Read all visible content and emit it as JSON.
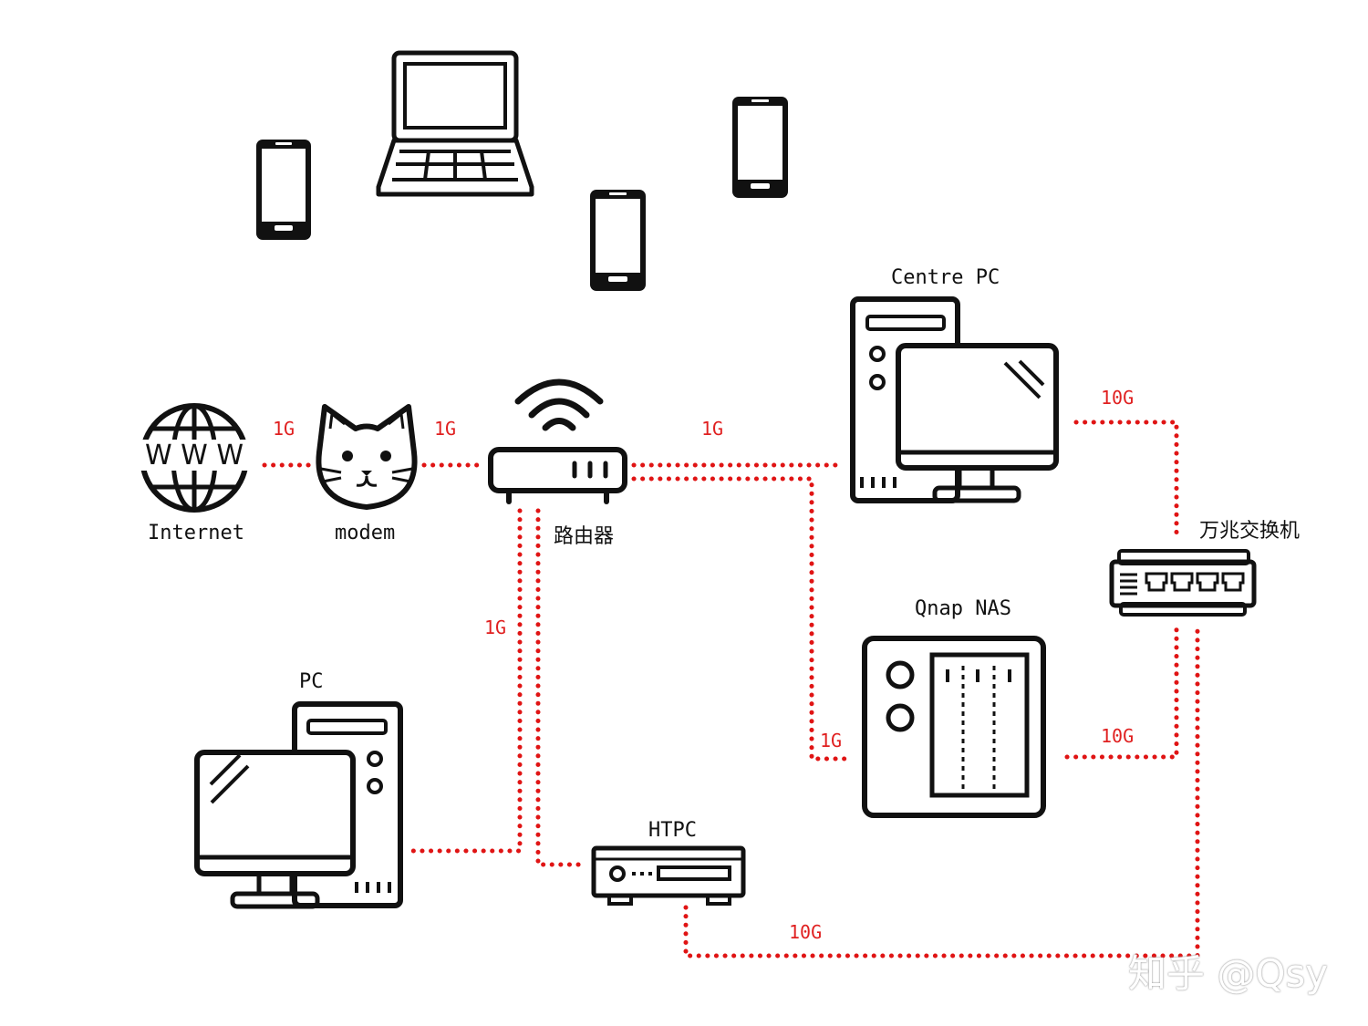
{
  "colors": {
    "link": "#e01414",
    "speed_text": "#e02020",
    "icon": "#111111",
    "background": "#ffffff"
  },
  "devices": {
    "internet": {
      "label": "Internet",
      "icon": "www-globe-icon",
      "globe_text": "W W W"
    },
    "modem": {
      "label": "modem",
      "icon": "cat-modem-icon"
    },
    "router": {
      "label": "路由器",
      "icon": "wifi-router-icon"
    },
    "centre_pc": {
      "label": "Centre PC",
      "icon": "desktop-computer-icon"
    },
    "switch_10g": {
      "label": "万兆交换机",
      "icon": "network-switch-icon"
    },
    "nas": {
      "label": "Qnap NAS",
      "icon": "nas-icon"
    },
    "pc": {
      "label": "PC",
      "icon": "desktop-computer-icon"
    },
    "htpc": {
      "label": "HTPC",
      "icon": "htpc-icon"
    },
    "wireless_clients": [
      "phone-icon",
      "laptop-icon",
      "phone-icon",
      "phone-icon"
    ]
  },
  "links": {
    "internet_modem": "1G",
    "modem_router": "1G",
    "router_centre_pc": "1G",
    "centre_pc_switch": "10G",
    "router_pc": "1G",
    "router_nas": "1G",
    "nas_switch": "10G",
    "htpc_switch": "10G"
  },
  "watermark": "知乎 @Qsy"
}
